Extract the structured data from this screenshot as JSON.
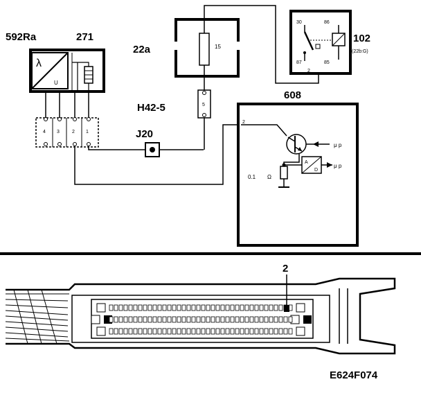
{
  "components": {
    "lambda_sensor": {
      "code": "592Ra",
      "symbol_lambda": "λ",
      "symbol_u": "U"
    },
    "heater": {
      "code": "271"
    },
    "fuse_box": {
      "code": "22a",
      "fuse_number": "15"
    },
    "relay": {
      "code": "102",
      "sub": "(22b:G)",
      "pin30": "30",
      "pin86": "86",
      "pin87": "87",
      "pin85": "85",
      "pin2": "2"
    },
    "harness_connector": {
      "code": "H42-5",
      "pin": "5"
    },
    "ecu": {
      "code": "608",
      "pin": "2",
      "resistor_value": "0.1",
      "resistor_unit": "Ω",
      "mu_label_1": "μ p",
      "mu_label_2": "μ p",
      "ad_a": "A",
      "ad_d": "D"
    },
    "junction": {
      "code": "J20"
    }
  },
  "sensor_connector_pins": [
    "4",
    "3",
    "2",
    "1"
  ],
  "ecu_connector": {
    "highlight_pin_label": "2"
  },
  "figure_id": "E624F074"
}
